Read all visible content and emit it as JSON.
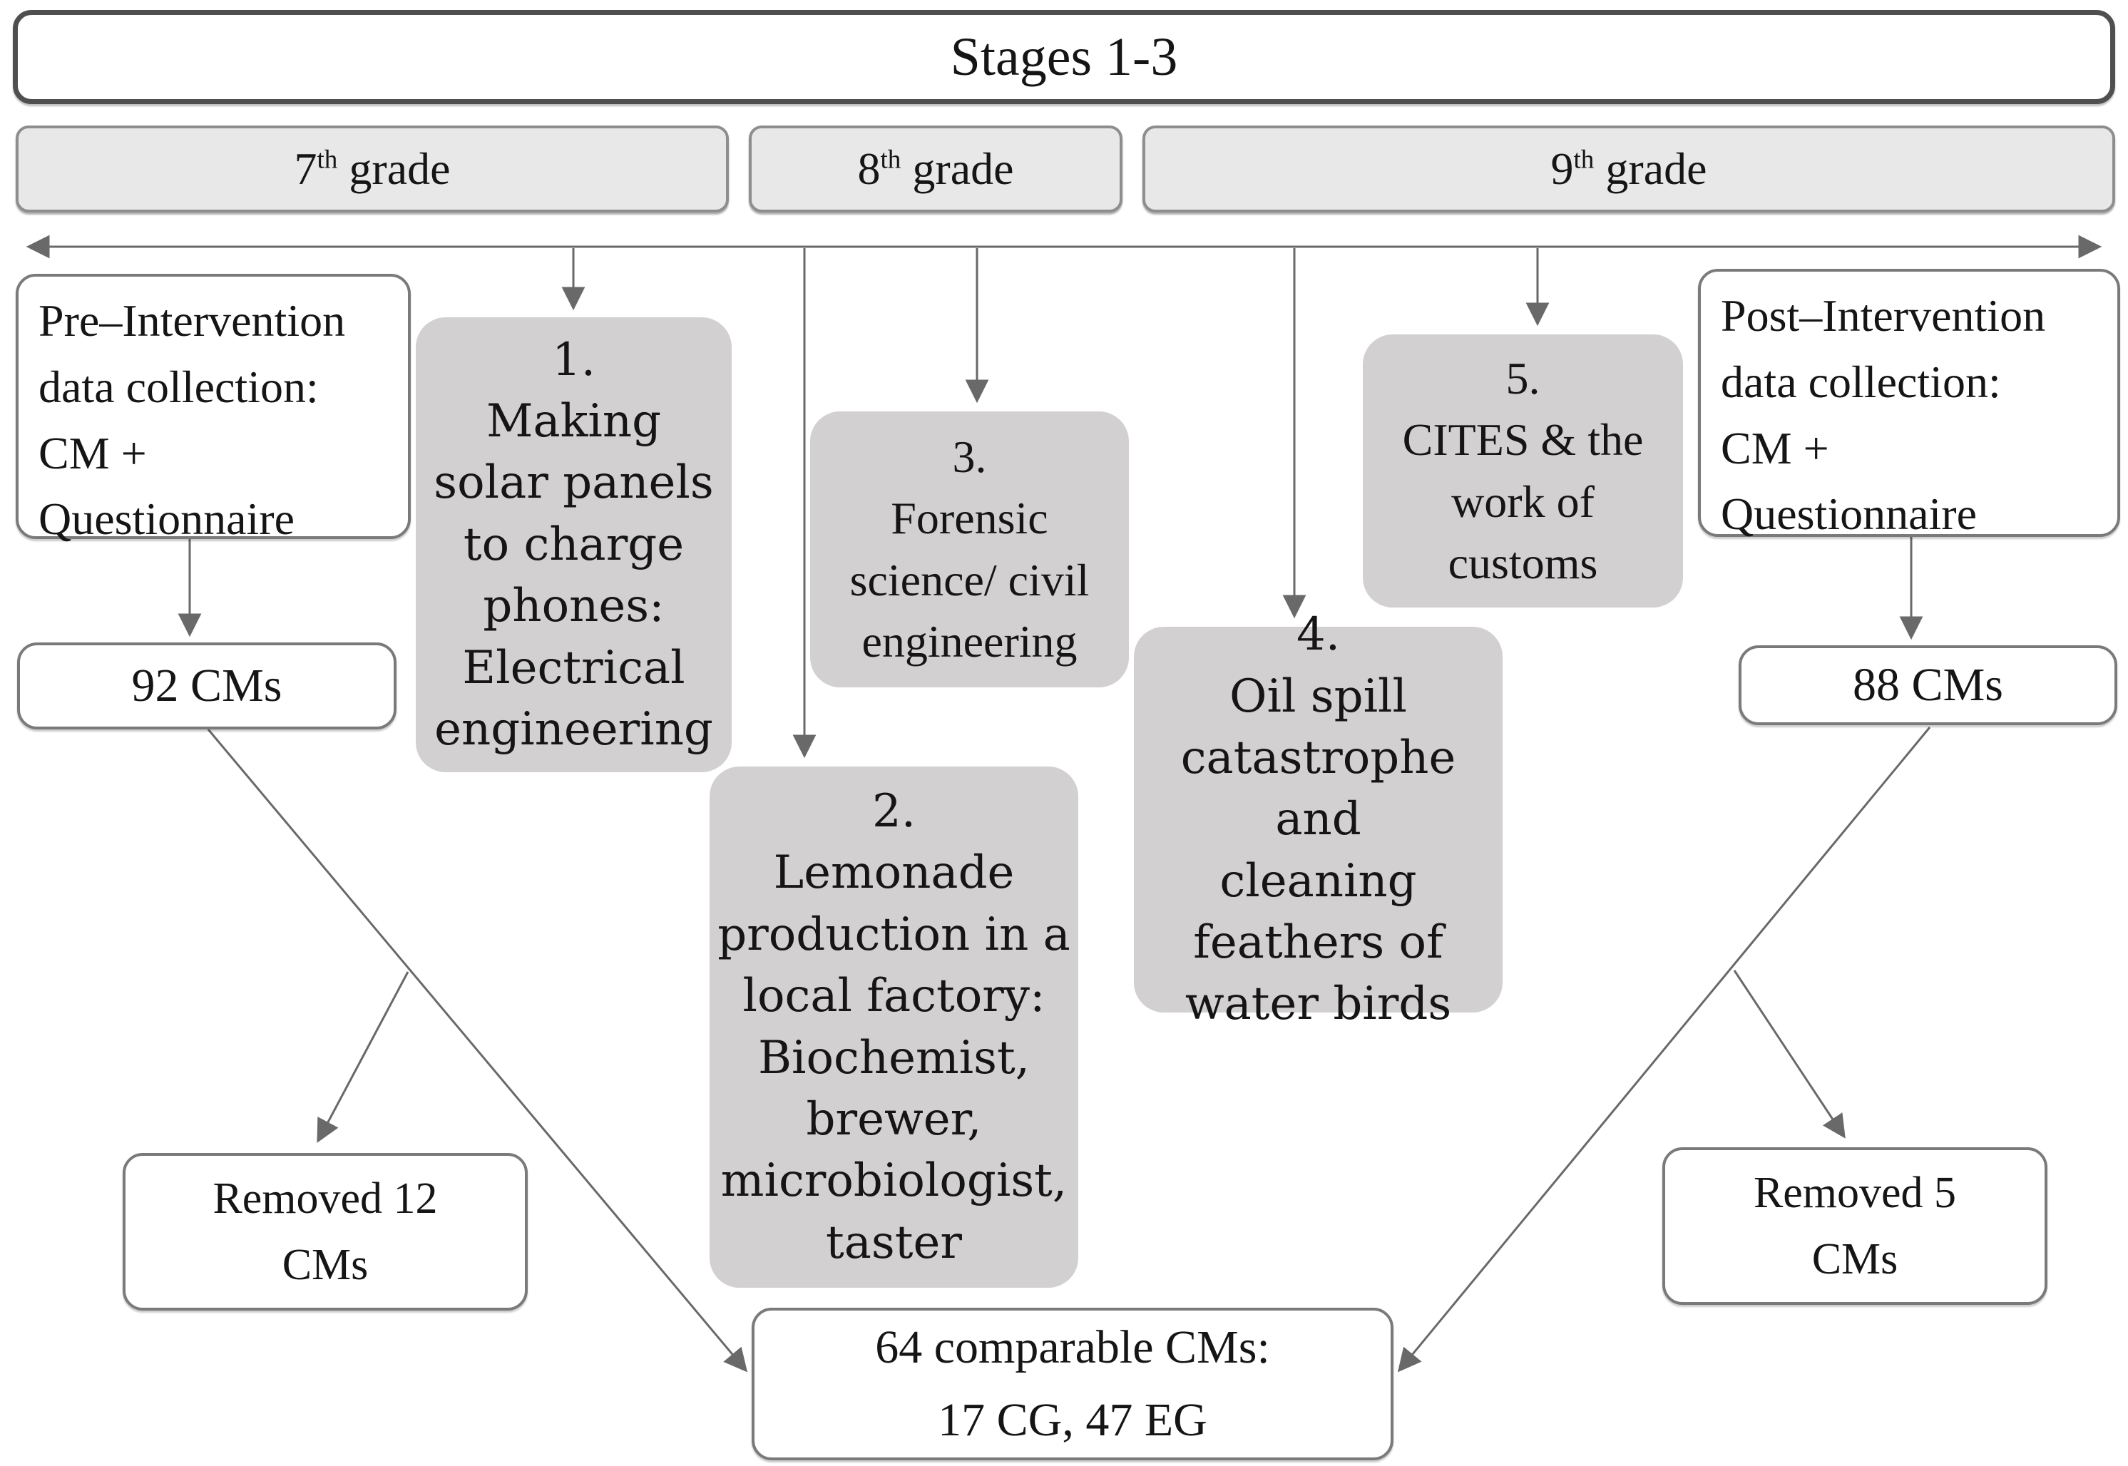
{
  "title": "Stages 1-3",
  "grades": [
    {
      "num": "7",
      "sup": "th",
      "word": "grade"
    },
    {
      "num": "8",
      "sup": "th",
      "word": "grade"
    },
    {
      "num": "9",
      "sup": "th",
      "word": "grade"
    }
  ],
  "pre_intervention": {
    "text": "Pre–Intervention\ndata collection:\nCM +\nQuestionnaire"
  },
  "post_intervention": {
    "text": "Post–Intervention\ndata collection:\nCM +\nQuestionnaire"
  },
  "interventions": [
    {
      "label": "1.",
      "text": "Making\nsolar panels\nto charge\nphones:\nElectrical\nengineering"
    },
    {
      "label": "2.",
      "text": "Lemonade\nproduction in a\nlocal factory:\nBiochemist,\nbrewer,\nmicrobiologist,\ntaster"
    },
    {
      "label": "3.",
      "text": "Forensic\nscience/ civil\nengineering"
    },
    {
      "label": "4.",
      "text": "Oil spill\ncatastrophe and\ncleaning\nfeathers of\nwater birds"
    },
    {
      "label": "5.",
      "text": "CITES & the\nwork of\ncustoms"
    }
  ],
  "counts": {
    "pre": "92 CMs",
    "post": "88 CMs"
  },
  "removed": {
    "left": "Removed 12\nCMs",
    "right": "Removed 5\nCMs"
  },
  "final_box": {
    "text": "64 comparable CMs:\n17 CG, 47 EG"
  },
  "colors": {
    "gray-fill": "#d2d0d1",
    "band-fill": "#e9e8e8",
    "box-border": "#7a7a7a",
    "dark-border": "#4f4f4f",
    "line": "#696969",
    "text": "#151515"
  }
}
